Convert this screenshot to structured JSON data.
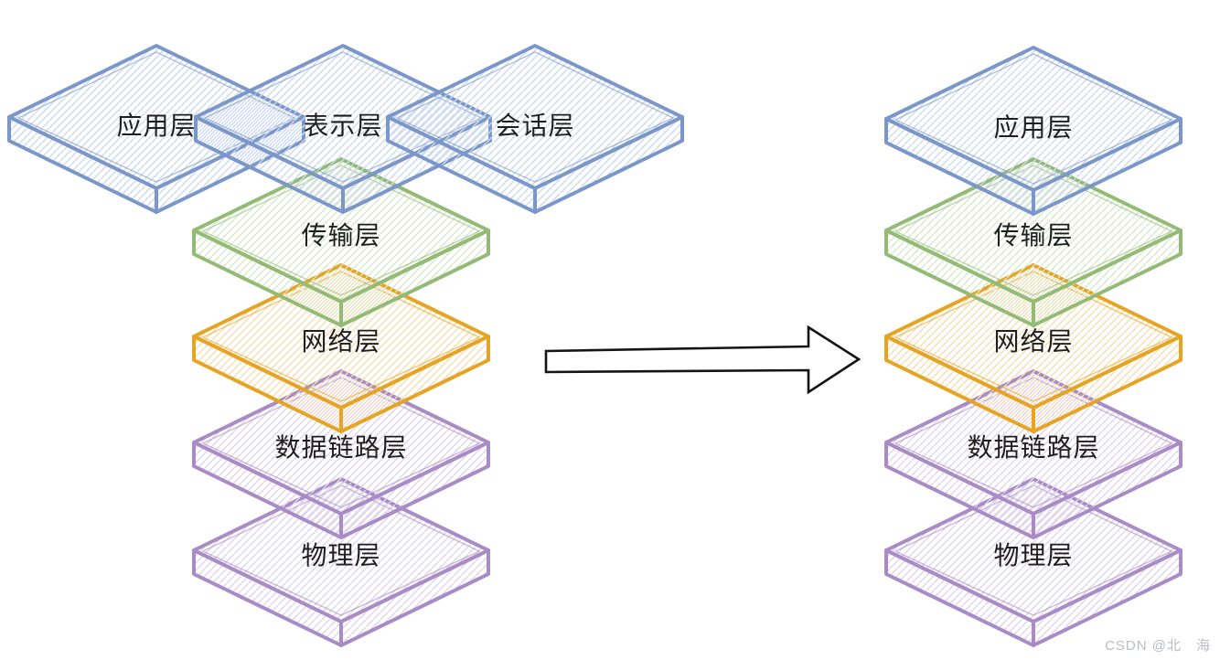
{
  "diagram": {
    "osi": {
      "layers": [
        {
          "label": "应用层",
          "color": "blue"
        },
        {
          "label": "表示层",
          "color": "blue"
        },
        {
          "label": "会话层",
          "color": "blue"
        },
        {
          "label": "传输层",
          "color": "green"
        },
        {
          "label": "网络层",
          "color": "orange"
        },
        {
          "label": "数据链路层",
          "color": "purple"
        },
        {
          "label": "物理层",
          "color": "purple"
        }
      ]
    },
    "tcpip": {
      "layers": [
        {
          "label": "应用层",
          "color": "blue"
        },
        {
          "label": "传输层",
          "color": "green"
        },
        {
          "label": "网络层",
          "color": "orange"
        },
        {
          "label": "数据链路层",
          "color": "purple"
        },
        {
          "label": "物理层",
          "color": "purple"
        }
      ]
    }
  },
  "watermark": "CSDN @北　海",
  "colors": {
    "blue-stroke": "#7b97c9",
    "blue-hatch": "#ccd9ee",
    "green-stroke": "#93bb76",
    "green-hatch": "#d8e8ca",
    "orange-stroke": "#e6a424",
    "orange-hatch": "#f8ddb2",
    "purple-stroke": "#a98cc5",
    "purple-hatch": "#dfd4ec",
    "arrow-stroke": "#141414",
    "label-color": "#1f1f1f",
    "watermark-color": "#b9bec4"
  }
}
